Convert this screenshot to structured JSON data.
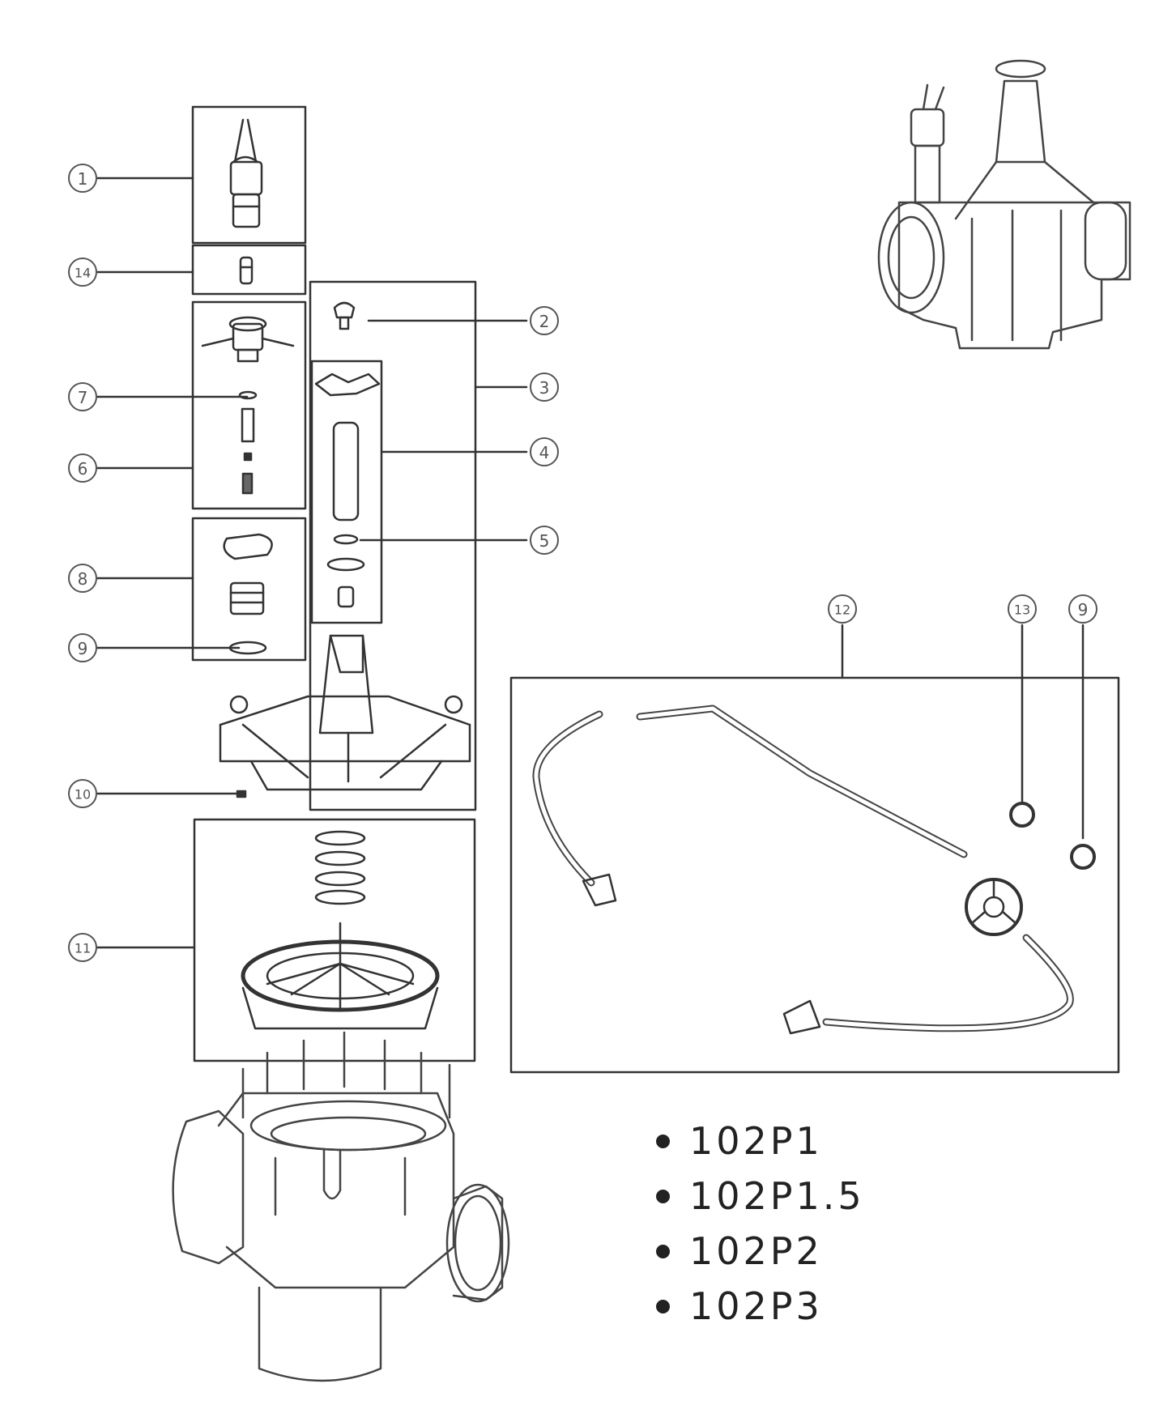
{
  "callouts": [
    "1",
    "14",
    "2",
    "3",
    "7",
    "4",
    "6",
    "5",
    "8",
    "9",
    "10",
    "11",
    "12",
    "13",
    "9"
  ],
  "models": [
    "102P1",
    "102P1.5",
    "102P2",
    "102P3"
  ]
}
